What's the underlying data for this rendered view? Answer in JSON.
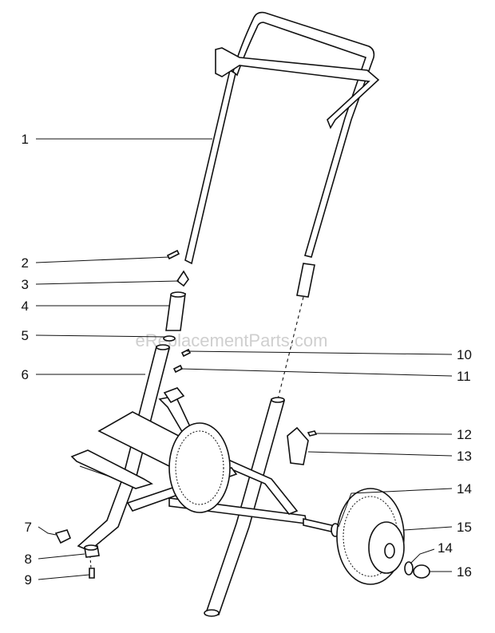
{
  "watermark": "eReplacementParts.com",
  "callouts": [
    {
      "id": "c1",
      "label": "1"
    },
    {
      "id": "c2",
      "label": "2"
    },
    {
      "id": "c3",
      "label": "3"
    },
    {
      "id": "c4",
      "label": "4"
    },
    {
      "id": "c5",
      "label": "5"
    },
    {
      "id": "c6",
      "label": "6"
    },
    {
      "id": "c7",
      "label": "7"
    },
    {
      "id": "c8",
      "label": "8"
    },
    {
      "id": "c9",
      "label": "9"
    },
    {
      "id": "c10",
      "label": "10"
    },
    {
      "id": "c11",
      "label": "11"
    },
    {
      "id": "c12",
      "label": "12"
    },
    {
      "id": "c13",
      "label": "13"
    },
    {
      "id": "c14a",
      "label": "14"
    },
    {
      "id": "c15",
      "label": "15"
    },
    {
      "id": "c14b",
      "label": "14"
    },
    {
      "id": "c16",
      "label": "16"
    }
  ]
}
